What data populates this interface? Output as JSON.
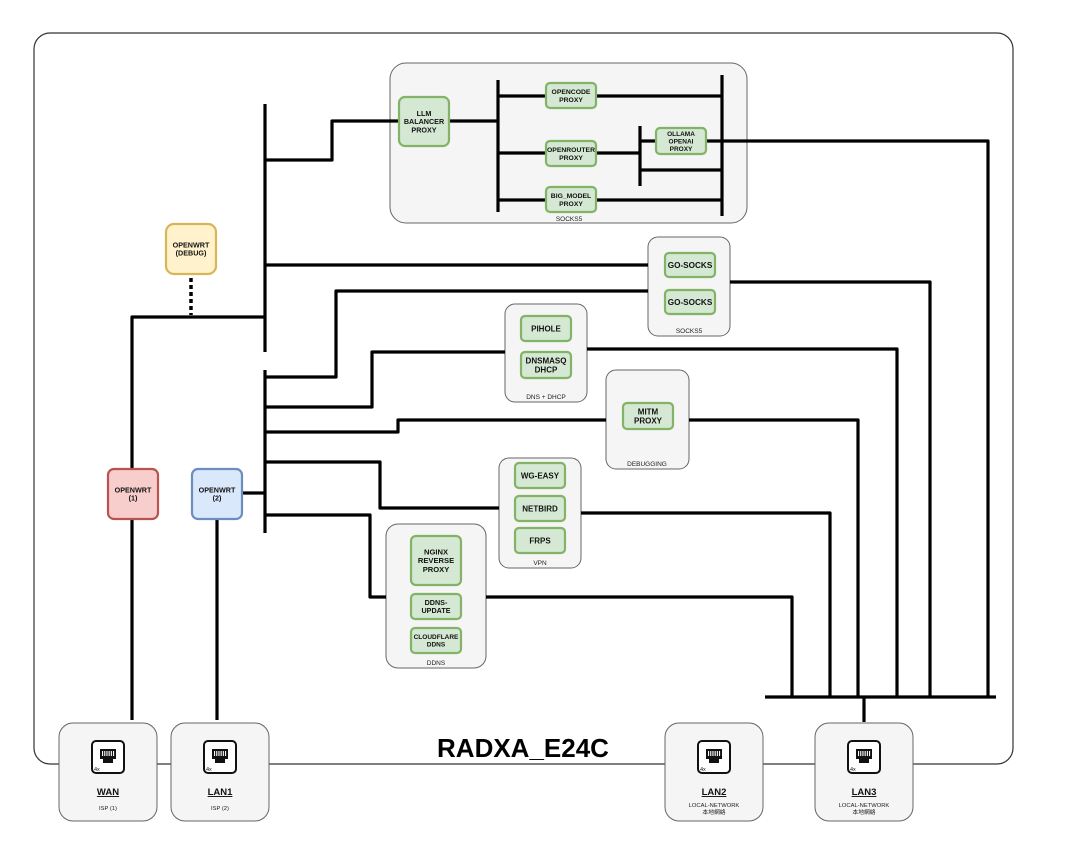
{
  "title": "RADXA_E24C",
  "colors": {
    "line": "#000000",
    "outer_border": "#333333",
    "group_fill": "#f5f5f5",
    "group_stroke": "#666666",
    "service_fill": "#d5e8d4",
    "service_stroke": "#82b366",
    "debug_fill": "#fff2cc",
    "debug_stroke": "#d6b656",
    "wan_fill": "#f8cecc",
    "wan_stroke": "#b85450",
    "lan_fill": "#dae8fc",
    "lan_stroke": "#6c8ebf"
  },
  "nodes": {
    "openwrt_debug": "OPENWRT\n(DEBUG)",
    "openwrt1": "OPENWRT\n(1)",
    "openwrt2": "OPENWRT\n(2)",
    "llm_balancer": "LLM\nBALANCER\nPROXY",
    "opencode": "OPENCODE\nPROXY",
    "openrouter": "OPENROUTER\nPROXY",
    "ollama": "OLLAMA\nOPENAI\nPROXY",
    "big_model": "BIG_MODEL\nPROXY",
    "gosocks1": "GO-SOCKS",
    "gosocks2": "GO-SOCKS",
    "pihole": "PIHOLE",
    "dnsmasq": "DNSMASQ\nDHCP",
    "mitm": "MITM\nPROXY",
    "wgeasy": "WG-EASY",
    "netbird": "NETBIRD",
    "frps": "FRPS",
    "nginx": "NGINX\nREVERSE\nPROXY",
    "ddns_update": "DDNS-\nUPDATE",
    "cloudflare": "CLOUDFLARE\nDDNS"
  },
  "groups": {
    "llm": "SOCKS5",
    "gosocks": "SOCKS5",
    "dns": "DNS + DHCP",
    "debug": "DEBUGGING",
    "vpn": "VPN",
    "ddns": "DDNS"
  },
  "ports": {
    "wan": {
      "name": "WAN",
      "sub": "ISP (1)",
      "badge": "4x",
      "icon": "ethernet-port-icon"
    },
    "lan1": {
      "name": "LAN1",
      "sub": "ISP (2)",
      "badge": "4x",
      "icon": "ethernet-port-icon"
    },
    "lan2": {
      "name": "LAN2",
      "sub": "LOCAL-NETWORK\n本地網絡",
      "badge": "4x",
      "icon": "ethernet-port-icon"
    },
    "lan3": {
      "name": "LAN3",
      "sub": "LOCAL-NETWORK\n本地網絡",
      "badge": "4x",
      "icon": "ethernet-port-icon"
    }
  }
}
